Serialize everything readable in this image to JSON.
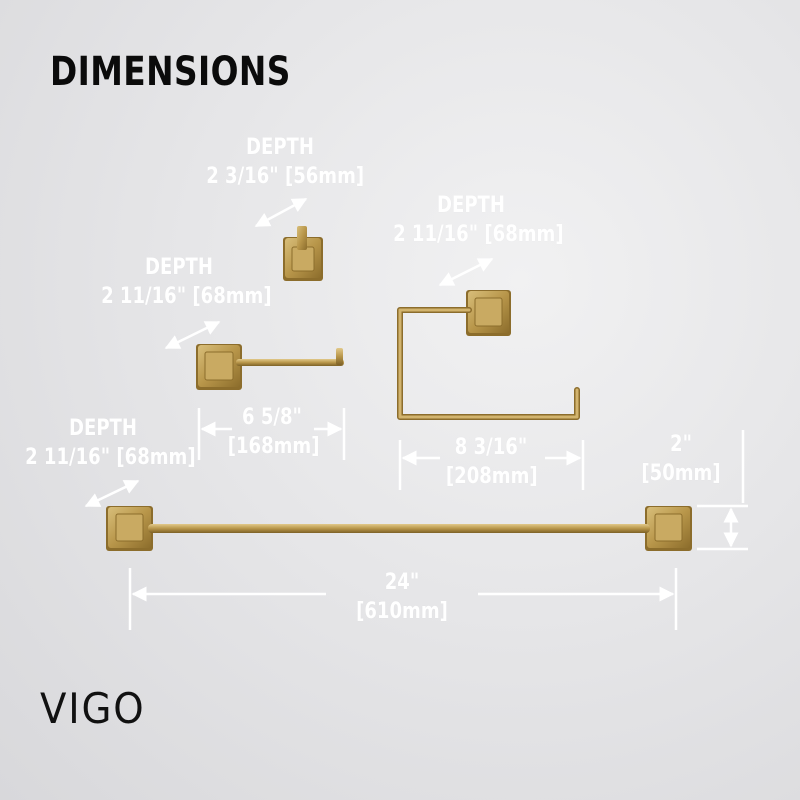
{
  "header": {
    "title": "DIMENSIONS"
  },
  "brand": {
    "name": "VIGO"
  },
  "colors": {
    "gold": "#b8964a",
    "gold_dark": "#8c6d2c",
    "gold_light": "#d8be7a",
    "background": "#e6e6e8",
    "dimension_line": "#ffffff"
  },
  "labels": {
    "robe_hook_depth": {
      "title": "DEPTH",
      "value": "2 3/16\" [56mm]"
    },
    "paper_holder_depth": {
      "title": "DEPTH",
      "value": "2 11/16\" [68mm]"
    },
    "towel_ring_depth": {
      "title": "DEPTH",
      "value": "2 11/16\" [68mm]"
    },
    "towel_bar_depth": {
      "title": "DEPTH",
      "value": "2 11/16\" [68mm]"
    },
    "paper_holder_width": {
      "inches": "6 5/8\"",
      "mm": "[168mm]"
    },
    "towel_ring_width": {
      "inches": "8 3/16\"",
      "mm": "[208mm]"
    },
    "towel_bar_width": {
      "inches": "24\"",
      "mm": "[610mm]"
    },
    "towel_bar_height": {
      "inches": "2\"",
      "mm": "[50mm]"
    }
  }
}
